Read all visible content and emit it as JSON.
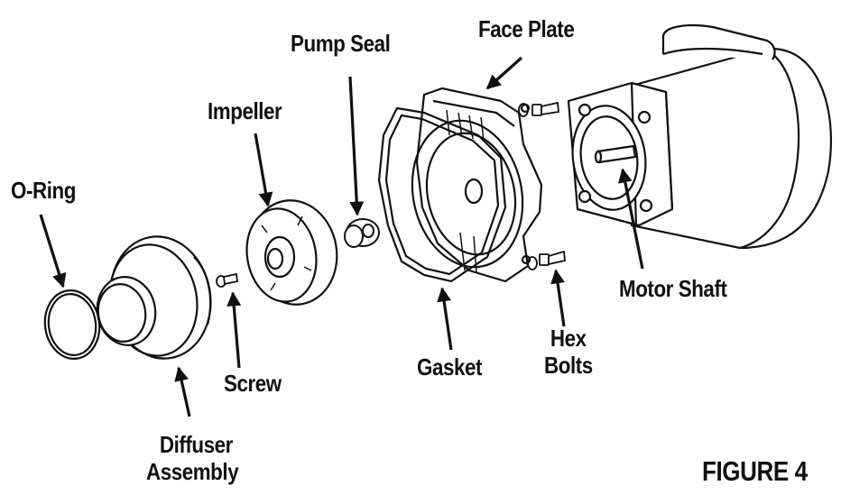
{
  "figure": {
    "caption": "FIGURE 4",
    "line_color": "#111111",
    "background": "#ffffff"
  },
  "parts": {
    "o_ring": "O-Ring",
    "diffuser_line1": "Diffuser",
    "diffuser_line2": "Assembly",
    "screw": "Screw",
    "impeller": "Impeller",
    "pump_seal": "Pump Seal",
    "face_plate": "Face Plate",
    "gasket": "Gasket",
    "hex_line1": "Hex",
    "hex_line2": "Bolts",
    "motor_shaft": "Motor Shaft"
  }
}
